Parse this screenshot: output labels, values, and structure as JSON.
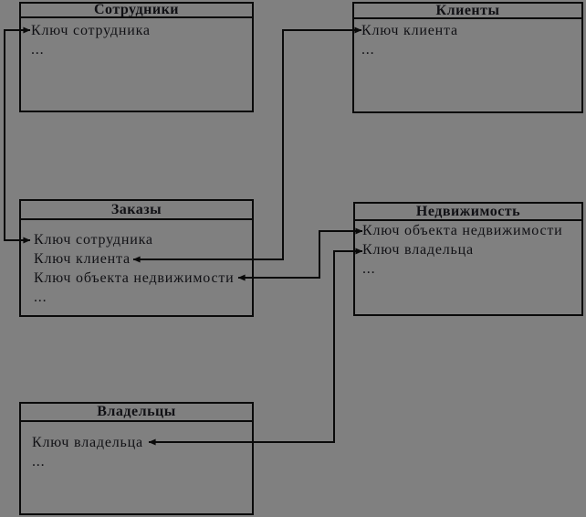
{
  "diagram": {
    "type": "entity-relationship",
    "background_color": "#808080",
    "line_color": "#0a0a0a",
    "text_color": "#101014",
    "entities": [
      {
        "title": "Сотрудники",
        "attributes": [
          "Ключ сотрудника",
          "..."
        ]
      },
      {
        "title": "Клиенты",
        "attributes": [
          "Ключ клиента",
          "..."
        ]
      },
      {
        "title": "Заказы",
        "attributes": [
          "Ключ сотрудника",
          "Ключ клиента",
          "Ключ объекта недвижимости",
          "..."
        ]
      },
      {
        "title": "Недвижимость",
        "attributes": [
          "Ключ объекта недвижимости",
          "Ключ владельца",
          "..."
        ]
      },
      {
        "title": "Владельцы",
        "attributes": [
          "Ключ владельца",
          "..."
        ]
      }
    ],
    "connectors": [
      {
        "from": "Заказы: Ключ сотрудника",
        "to": "Сотрудники: Ключ сотрудника",
        "arrows": "both"
      },
      {
        "from": "Заказы: Ключ клиента",
        "to": "Клиенты: Ключ клиента",
        "arrows": "both"
      },
      {
        "from": "Заказы: Ключ объекта недвижимости",
        "to": "Недвижимость: Ключ объекта недвижимости",
        "arrows": "both"
      },
      {
        "from": "Недвижимость: Ключ владельца",
        "to": "Владельцы: Ключ владельца",
        "arrows": "both"
      }
    ]
  }
}
